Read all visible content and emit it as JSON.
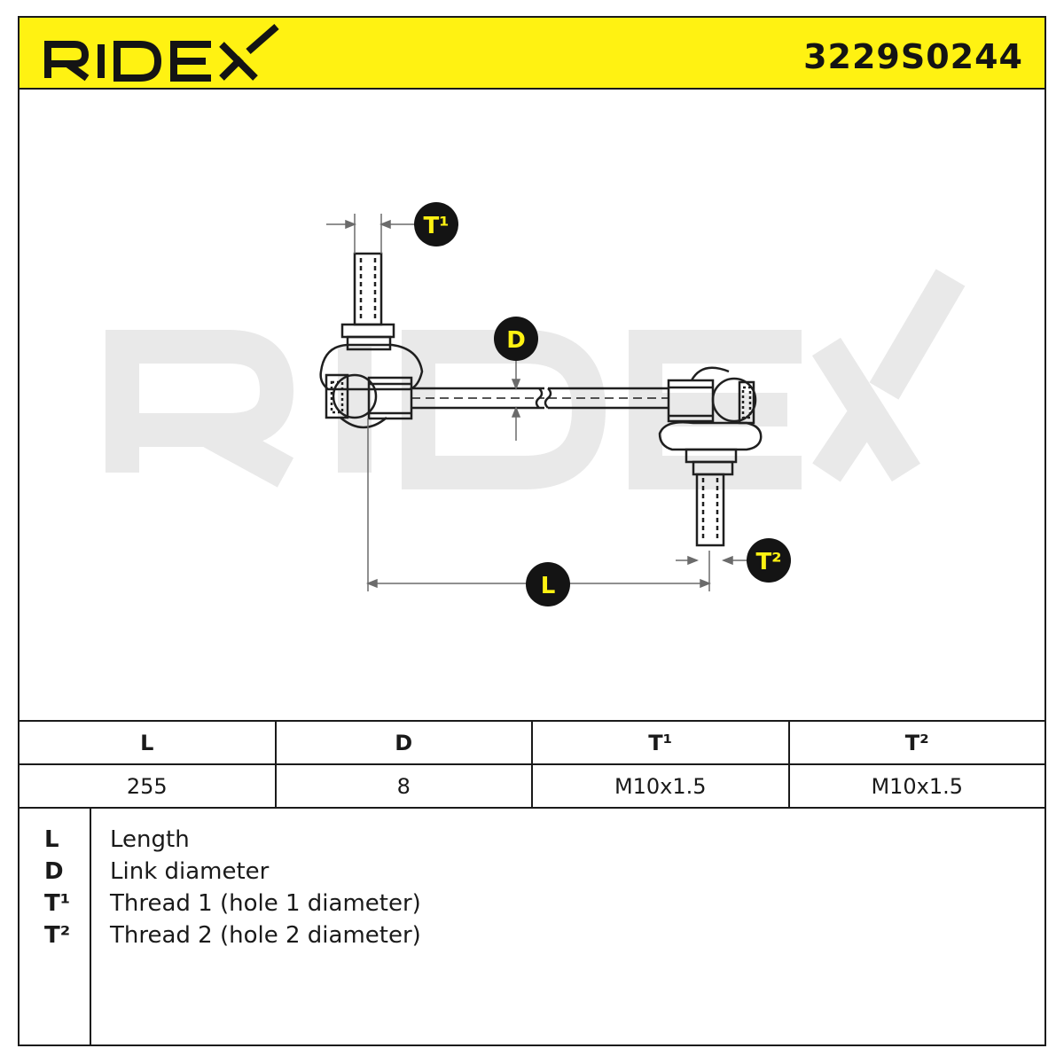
{
  "header": {
    "brand": "RIDEX",
    "part_number": "3229S0244",
    "background_color": "#fff212"
  },
  "diagram": {
    "watermark": "RIDEX",
    "watermark_color": "#e9e9e9",
    "callouts": {
      "t1": "T¹",
      "d": "D",
      "l": "L",
      "t2": "T²"
    },
    "callout_fill": "#141414",
    "callout_text_color": "#fff212"
  },
  "spec_table": {
    "headers": [
      "L",
      "D",
      "T¹",
      "T²"
    ],
    "values": [
      "255",
      "8",
      "M10x1.5",
      "M10x1.5"
    ]
  },
  "legend": [
    {
      "symbol": "L",
      "description": "Length"
    },
    {
      "symbol": "D",
      "description": "Link diameter"
    },
    {
      "symbol": "T¹",
      "description": "Thread 1 (hole 1 diameter)"
    },
    {
      "symbol": "T²",
      "description": "Thread 2 (hole 2 diameter)"
    }
  ]
}
